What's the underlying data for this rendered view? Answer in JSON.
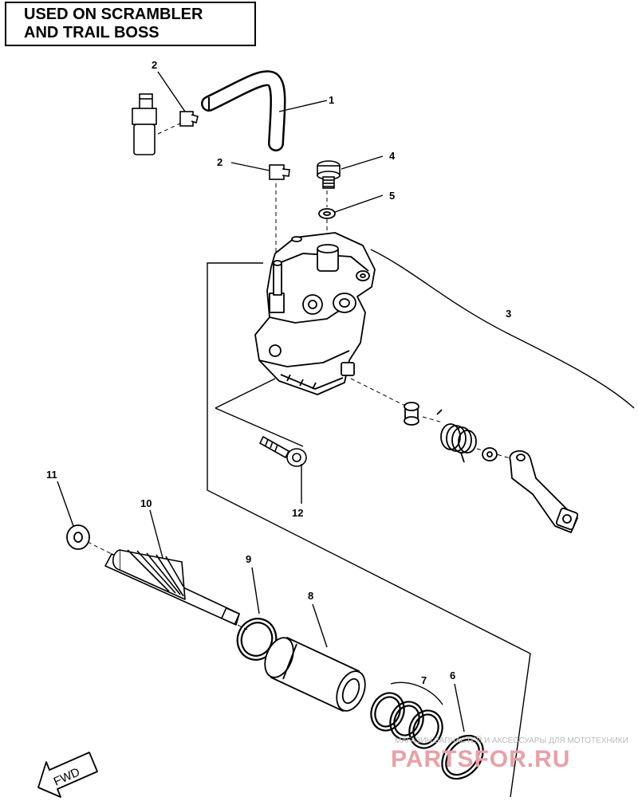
{
  "note": {
    "line1": "USED ON SCRAMBLER",
    "line2": "AND TRAIL BOSS"
  },
  "callouts": {
    "c1": "1",
    "c2a": "2",
    "c2b": "2",
    "c3": "3",
    "c4": "4",
    "c5": "5",
    "c6": "6",
    "c7": "7",
    "c8": "8",
    "c9": "9",
    "c10": "10",
    "c11": "11",
    "c12": "12"
  },
  "fwd_label": "FWD",
  "watermark": {
    "small": "МАГАЗИН ЗАПЧАСТЕЙ И АКСЕССУАРЫ ДЛЯ МОТОТЕХНИКИ",
    "big": "PARTSFOR.RU"
  }
}
